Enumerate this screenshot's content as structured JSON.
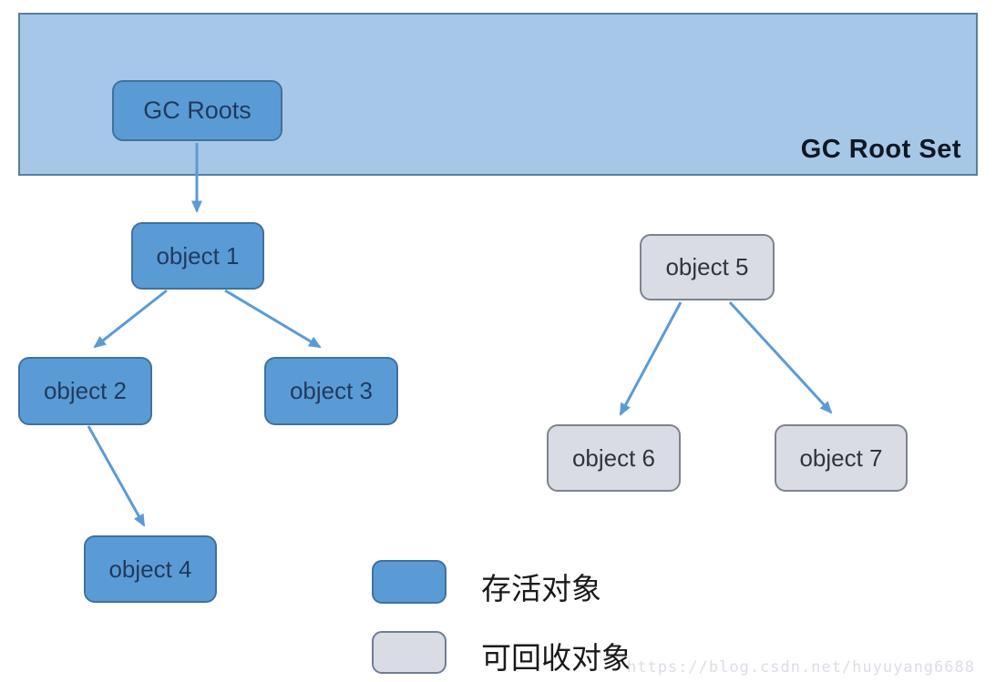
{
  "diagram": {
    "banner": {
      "label": "GC Root Set"
    },
    "nodes": [
      {
        "id": "gc-roots",
        "label": "GC Roots",
        "type": "live"
      },
      {
        "id": "object-1",
        "label": "object 1",
        "type": "live"
      },
      {
        "id": "object-2",
        "label": "object 2",
        "type": "live"
      },
      {
        "id": "object-3",
        "label": "object 3",
        "type": "live"
      },
      {
        "id": "object-4",
        "label": "object 4",
        "type": "live"
      },
      {
        "id": "object-5",
        "label": "object 5",
        "type": "collectible"
      },
      {
        "id": "object-6",
        "label": "object 6",
        "type": "collectible"
      },
      {
        "id": "object-7",
        "label": "object 7",
        "type": "collectible"
      }
    ],
    "edges": [
      {
        "from": "GC Roots",
        "to": "object 1"
      },
      {
        "from": "object 1",
        "to": "object 2"
      },
      {
        "from": "object 1",
        "to": "object 3"
      },
      {
        "from": "object 2",
        "to": "object 4"
      },
      {
        "from": "object 5",
        "to": "object 6"
      },
      {
        "from": "object 5",
        "to": "object 7"
      }
    ],
    "colors": {
      "banner_fill": "#a7c7e8",
      "banner_border": "#5b7d9d",
      "live_fill": "#5b9bd5",
      "live_border": "#41719c",
      "collectible_fill": "#d9dce4",
      "collectible_border": "#7d838e",
      "arrow": "#5b9bd5"
    }
  },
  "legend": {
    "items": [
      {
        "label": "存活对象",
        "type": "live"
      },
      {
        "label": "可回收对象",
        "type": "collectible"
      }
    ]
  },
  "watermark": "https://blog.csdn.net/huyuyang6688"
}
